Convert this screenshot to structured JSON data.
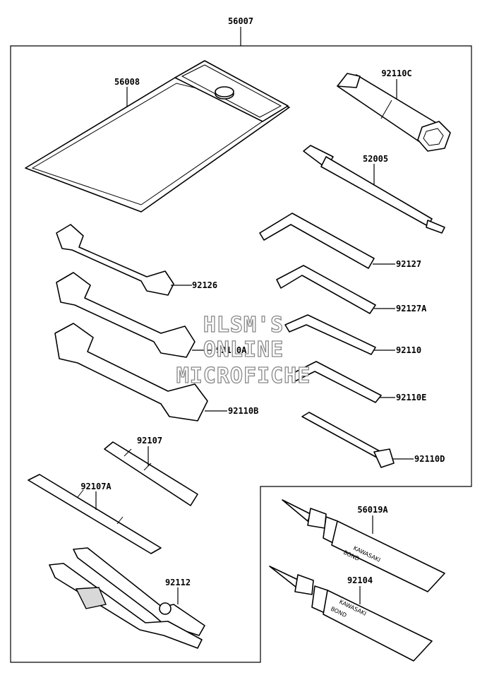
{
  "diagram": {
    "assembly_label": "56007",
    "part_labels": {
      "bag": "56008",
      "socket_wrench": "92110C",
      "screwdriver_handle": "52005",
      "hex_wrench_a": "92127",
      "hex_wrench_b": "92127A",
      "hex_wrench_c": "92110",
      "hex_wrench_d": "92110E",
      "spoke_wrench": "92110D",
      "wrench_small": "92126",
      "wrench_medium": "92110A",
      "wrench_large": "92110B",
      "screwdriver_bit": "92107",
      "screwdriver_grip": "92107A",
      "pliers": "92112",
      "bond_tube_1": "56019A",
      "bond_tube_2": "92104"
    },
    "tube_print": [
      "KAWASAKI",
      "BOND"
    ],
    "watermark": [
      "HLSM'S",
      "ONLINE",
      "MICROFICHE"
    ]
  }
}
